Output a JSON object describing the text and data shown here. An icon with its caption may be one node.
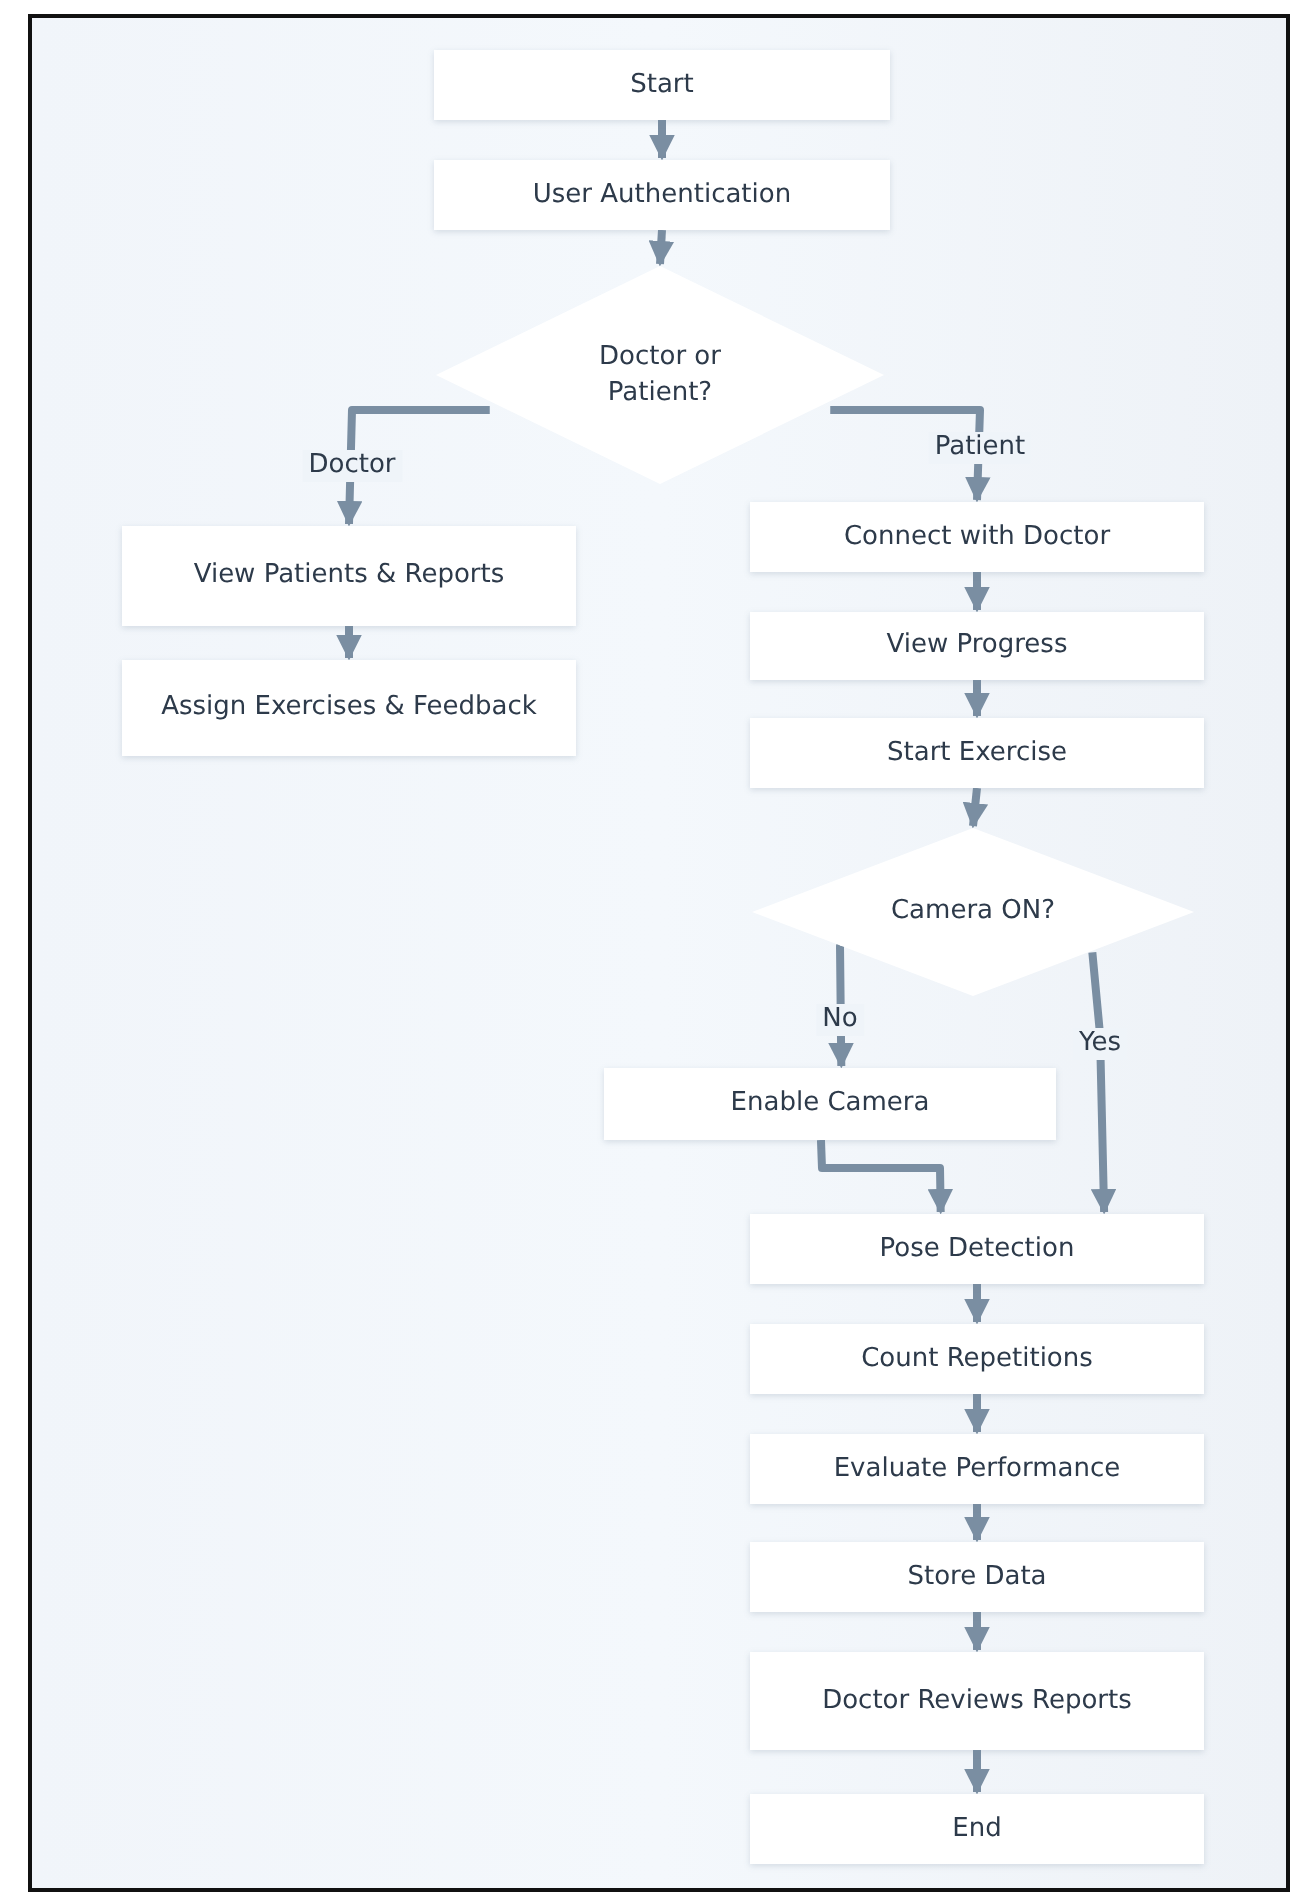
{
  "diagram": {
    "nodes": [
      {
        "text": [
          "Start"
        ]
      },
      {
        "text": [
          "User Authentication"
        ]
      },
      {
        "text": [
          "Doctor or Patient?"
        ]
      },
      {
        "text": [
          "View Patients & Reports"
        ]
      },
      {
        "text": [
          "Assign Exercises & Feedback"
        ]
      },
      {
        "text": [
          "Connect with Doctor"
        ]
      },
      {
        "text": [
          "View Progress"
        ]
      },
      {
        "text": [
          "Start Exercise"
        ]
      },
      {
        "text": [
          "Camera ON?"
        ]
      },
      {
        "text": [
          "Enable Camera"
        ]
      },
      {
        "text": [
          "Pose Detection"
        ]
      },
      {
        "text": [
          "Count Repetitions"
        ]
      },
      {
        "text": [
          "Evaluate Performance"
        ]
      },
      {
        "text": [
          "Store Data"
        ]
      },
      {
        "text": [
          "Doctor Reviews Reports"
        ]
      },
      {
        "text": [
          "End"
        ]
      }
    ],
    "edges": [
      {
        "from": 0,
        "to": 1,
        "arrow": "to"
      },
      {
        "from": 1,
        "to": 2,
        "arrow": "to"
      },
      {
        "from": 2,
        "to": 3,
        "arrow": "to",
        "label": "Doctor"
      },
      {
        "from": 2,
        "to": 5,
        "arrow": "to",
        "label": "Patient"
      },
      {
        "from": 3,
        "to": 4,
        "arrow": "to"
      },
      {
        "from": 5,
        "to": 6,
        "arrow": "to"
      },
      {
        "from": 6,
        "to": 7,
        "arrow": "to"
      },
      {
        "from": 7,
        "to": 8,
        "arrow": "to"
      },
      {
        "from": 8,
        "to": 9,
        "arrow": "to",
        "label": "No"
      },
      {
        "from": 8,
        "to": 10,
        "arrow": "to",
        "label": "Yes"
      },
      {
        "from": 9,
        "to": 10,
        "arrow": "to"
      },
      {
        "from": 10,
        "to": 11,
        "arrow": "to"
      },
      {
        "from": 11,
        "to": 12,
        "arrow": "to"
      },
      {
        "from": 12,
        "to": 13,
        "arrow": "to"
      },
      {
        "from": 13,
        "to": 14,
        "arrow": "to"
      },
      {
        "from": 14,
        "to": 15,
        "arrow": "to"
      }
    ]
  }
}
